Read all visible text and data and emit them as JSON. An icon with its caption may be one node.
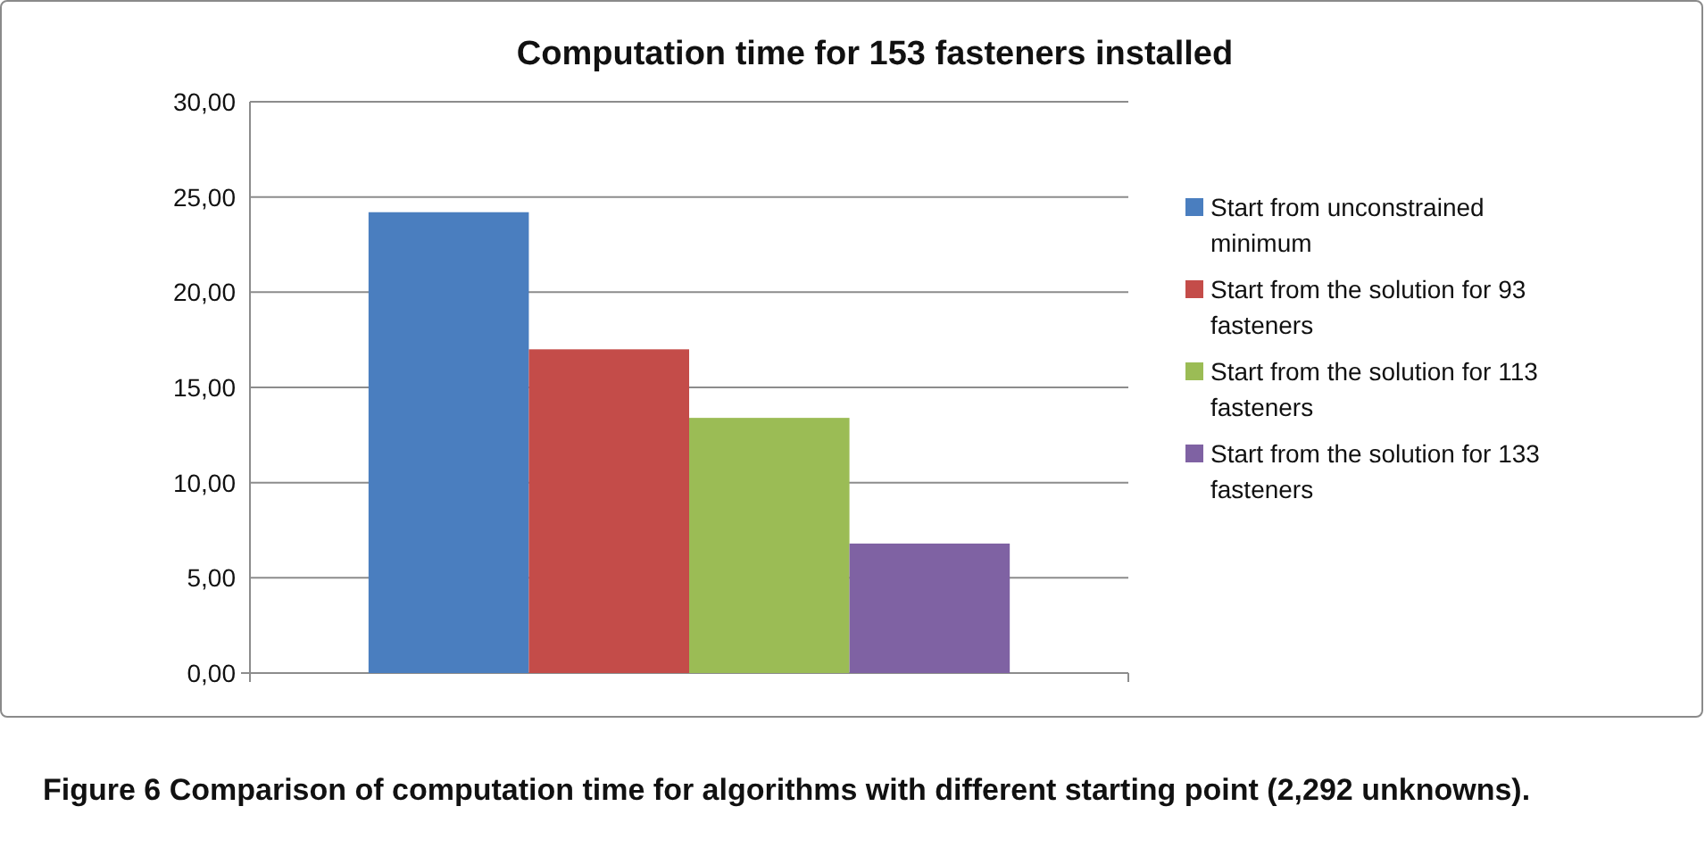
{
  "diagram": {
    "caption": "Figure 6 Comparison of computation time for algorithms with different starting point (2,292 unknowns).",
    "chart_data": {
      "type": "bar",
      "title": "Computation time for 153 fasteners installed",
      "categories": [
        null
      ],
      "series": [
        {
          "name": "Start from unconstrained minimum",
          "color": "#4a7ebf",
          "values": [
            24.2
          ]
        },
        {
          "name": "Start from the solution for 93 fasteners",
          "color": "#c44c49",
          "values": [
            17.0
          ]
        },
        {
          "name": "Start from the solution for 113 fasteners",
          "color": "#9bbc55",
          "values": [
            13.4
          ]
        },
        {
          "name": "Start from the solution for 133 fasteners",
          "color": "#7f62a3",
          "values": [
            6.8
          ]
        }
      ],
      "ylim": [
        0,
        30
      ],
      "grid": true,
      "legend": "right",
      "yticks": [
        {
          "value": 0,
          "label": "0,00"
        },
        {
          "value": 5,
          "label": "5,00"
        },
        {
          "value": 10,
          "label": "10,00"
        },
        {
          "value": 15,
          "label": "15,00"
        },
        {
          "value": 20,
          "label": "20,00"
        },
        {
          "value": 25,
          "label": "25,00"
        },
        {
          "value": 30,
          "label": "30,00"
        }
      ]
    }
  }
}
